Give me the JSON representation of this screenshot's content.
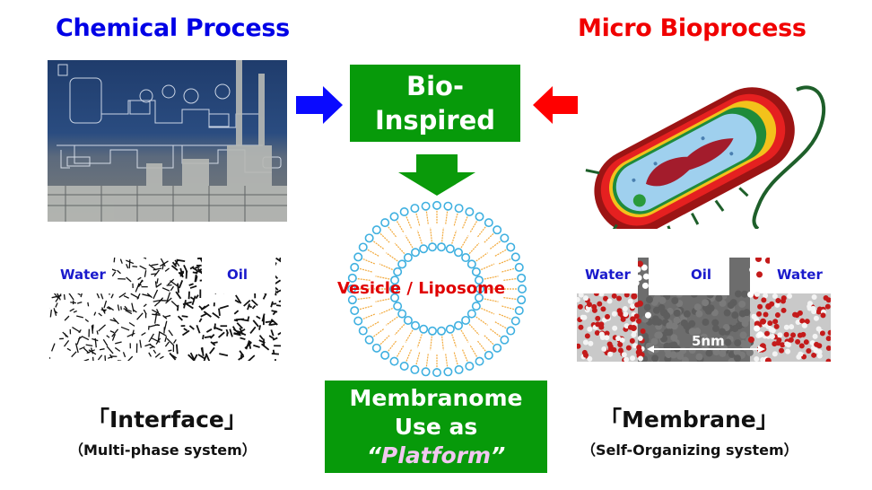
{
  "titles": {
    "left": "Chemical Process",
    "right": "Micro Bioprocess"
  },
  "center_top": {
    "line1": "Bio-",
    "line2": "Inspired"
  },
  "center_bottom": {
    "line1": "Membranome",
    "line2": "Use as",
    "platform_open_quote": "“",
    "platform_word": "Platform",
    "platform_close_quote": "”"
  },
  "vesicle": {
    "label": "Vesicle / Liposome"
  },
  "interface_panel": {
    "water_label": "Water",
    "oil_label": "Oil",
    "title": "「Interface」",
    "subtitle": "（Multi-phase system）"
  },
  "membrane_panel": {
    "water_left_label": "Water",
    "oil_label": "Oil",
    "water_right_label": "Water",
    "scale_label": "5nm",
    "title": "「Membrane」",
    "subtitle": "（Self-Organizing system）"
  },
  "arrows": {
    "left": {
      "direction": "right",
      "color": "#0a0aff"
    },
    "right": {
      "direction": "left",
      "color": "#ff0000"
    },
    "down": {
      "direction": "down",
      "color": "#0a9a0a"
    }
  },
  "colors": {
    "blue_heading": "#0000e6",
    "red_heading": "#f00000",
    "green_box": "#079a0a",
    "platform_text": "#f1c8f0"
  },
  "images": {
    "plant": "chemical-plant-with-process-flow-diagram",
    "cell": "bacterial-cell-cross-section",
    "interface": "water-oil-interface-molecular-network",
    "membrane": "lipid-bilayer-molecular-simulation",
    "vesicle": "liposome-bilayer-diagram"
  }
}
